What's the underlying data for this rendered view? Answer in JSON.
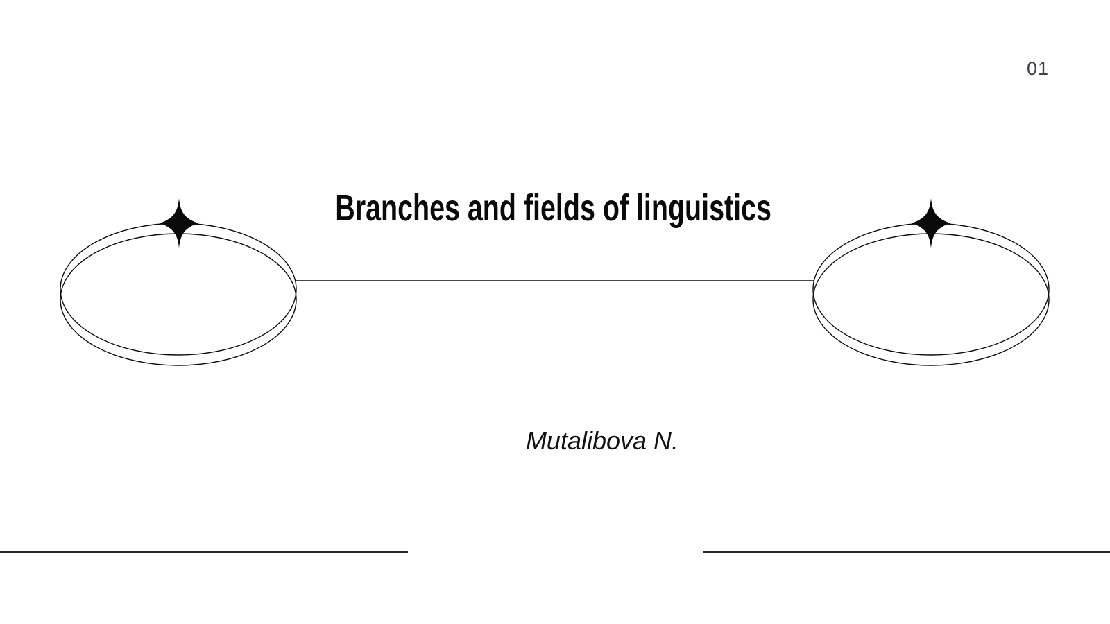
{
  "slide": {
    "page_number": "01",
    "title": "Branches and fields of linguistics",
    "author": "Mutalibova N.",
    "colors": {
      "background": "#ffffff",
      "ink": "#0a0a0a",
      "page_number_text": "#3d424a",
      "footer_rule": "#26282b"
    },
    "icons": {
      "left_decor": "orbit-rings-sparkle-icon",
      "right_decor": "orbit-rings-sparkle-icon"
    }
  }
}
